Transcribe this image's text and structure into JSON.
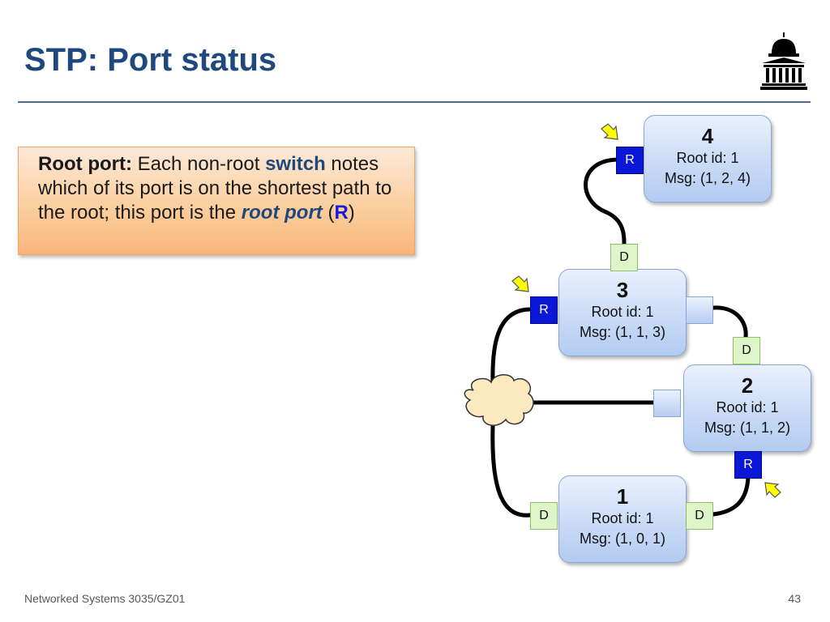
{
  "title": "STP: Port status",
  "callout": {
    "lead": "Root port:",
    "t1": " Each non-root ",
    "kw": "switch",
    "t2": " notes which of its port is on the shortest path to the root; this port is the ",
    "kwi": "root port",
    "t3": " (",
    "rchar": "R",
    "t4": ")"
  },
  "switches": {
    "s4": {
      "num": "4",
      "root": "Root id: 1",
      "msg": "Msg: (1, 2, 4)"
    },
    "s3": {
      "num": "3",
      "root": "Root id: 1",
      "msg": "Msg: (1, 1, 3)"
    },
    "s2": {
      "num": "2",
      "root": "Root id: 1",
      "msg": "Msg: (1, 1, 2)"
    },
    "s1": {
      "num": "1",
      "root": "Root id: 1",
      "msg": "Msg: (1, 0, 1)"
    }
  },
  "ports": {
    "s4_r": "R",
    "s3_d_top": "D",
    "s3_r": "R",
    "s3_d_right": "D",
    "s2_r": "R",
    "s1_d_left": "D",
    "s1_d_right": "D"
  },
  "footer": {
    "course": "Networked Systems 3035/GZ01",
    "page": "43"
  },
  "colors": {
    "title": "#1f497d",
    "root_port": "#0a17d6",
    "designated_port": "#ddf5c8",
    "switch_fill": "#c7d9f6",
    "arrow": "#ffff00"
  }
}
